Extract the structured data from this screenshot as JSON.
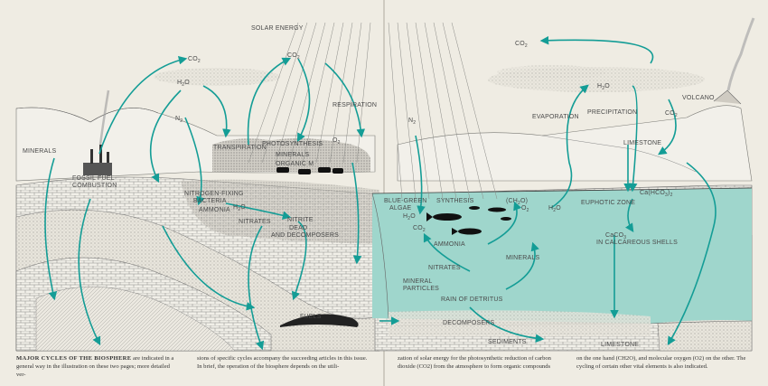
{
  "labels": {
    "solar_energy": "SOLAR ENERGY",
    "co2_left": "CO",
    "co2_center": "CO",
    "co2_right_top": "CO",
    "co2_right_volcano": "CO",
    "co2_water": "CO",
    "h2o_left": "H",
    "h2o_right": "H",
    "h2o_soil": "H",
    "h2o_sea": "H",
    "h2o_sea2": "H",
    "n2_left": "N",
    "n2_right": "N",
    "o2_land": "O",
    "o2_sea": "O",
    "respiration": "RESPIRATION",
    "photosynthesis": "PHOTOSYNTHESIS",
    "transpiration": "TRANSPIRATION",
    "minerals_left": "MINERALS",
    "minerals_center": "MINERALS",
    "minerals_sea": "MINERALS",
    "organic": "ORGANIC M",
    "fossil_fuel": "FOSSIL FUEL",
    "combustion": "COMBUSTION",
    "nitrogen_fixing": "NITROGEN-FIXING",
    "bacteria": "BACTERIA",
    "ammonia_left": "AMMONIA",
    "ammonia_sea": "AMMONIA",
    "nitrates_left": "NITRATES",
    "nitrates_sea": "NITRATES",
    "nitrite": "NITRITE",
    "dead": "DEAD",
    "decomposers_left": "AND DECOMPOSERS",
    "fuels": "FUELS",
    "evaporation": "EVAPORATION",
    "precipitation": "PRECIPITATION",
    "volcano": "VOLCANO",
    "limestone_top": "LIMESTONE",
    "limestone_bottom": "LIMESTONE",
    "euphotic": "EUPHOTIC ZONE",
    "ca_hco3": "Ca(HCO",
    "caco3": "CaCO",
    "calcareous": "IN CALCAREOUS SHELLS",
    "blue_green": "BLUE-GREEN",
    "algae": "ALGAE",
    "synthesis": "SYNTHESIS",
    "ch2o": "(CH",
    "mineral_particles_1": "MINERAL",
    "mineral_particles_2": "PARTICLES",
    "rain_detritus": "RAIN OF DETRITUS",
    "decomposers_sea": "DECOMPOSERS",
    "sediments": "SEDIMENTS"
  },
  "subscripts": {
    "two": "2",
    "three": "3"
  },
  "caption": {
    "col1_bold": "MAJOR CYCLES OF THE BIOSPHERE",
    "col1_text": " are indicated in a general way in the illustration on these two pages; more detailed ver-",
    "col2_text": "sions of specific cycles accompany the succeeding articles in this issue. In brief, the operation of the biosphere depends on the utili-",
    "col3_text": "zation of solar energy for the photosynthetic reduction of carbon dioxide (CO2) from the atmosphere to form organic compounds",
    "col4_text": "on the one hand (CH2O), and molecular oxygen (O2) on the other. The cycling of certain other vital elements is also indicated."
  },
  "colors": {
    "arrow": "#149d96",
    "sea": "#9fd6cc",
    "ink": "#4a4a4a",
    "paper": "#efece3"
  }
}
